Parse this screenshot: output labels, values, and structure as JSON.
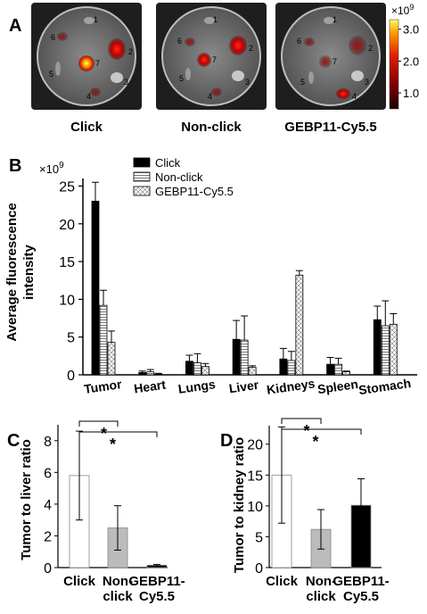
{
  "panel_letters": [
    "A",
    "B",
    "C",
    "D"
  ],
  "panel_a": {
    "dishes": [
      {
        "label": "Click",
        "organ_numbers": [
          "1",
          "2",
          "3",
          "4",
          "5",
          "6",
          "7"
        ]
      },
      {
        "label": "Non-click",
        "organ_numbers": [
          "1",
          "2",
          "3",
          "4",
          "5",
          "6",
          "7"
        ]
      },
      {
        "label": "GEBP11-Cy5.5",
        "organ_numbers": [
          "1",
          "2",
          "3",
          "4",
          "5",
          "6",
          "7"
        ]
      }
    ],
    "colorbar": {
      "multiplier": "×10",
      "exponent": "9",
      "ticks": [
        "3.0",
        "2.0",
        "1.0"
      ],
      "tick_values": [
        3.0,
        2.0,
        1.0
      ],
      "range": [
        0.5,
        3.3
      ]
    }
  },
  "chart_data": [
    {
      "type": "bar",
      "id": "B",
      "categories": [
        "Tumor",
        "Heart",
        "Lungs",
        "Liver",
        "Kidneys",
        "Spleen",
        "Stomach"
      ],
      "series": [
        {
          "name": "Click",
          "values": [
            23,
            0.3,
            1.8,
            4.7,
            2.1,
            1.4,
            7.3
          ],
          "errors": [
            2.5,
            0.2,
            0.8,
            2.5,
            1.4,
            0.9,
            1.8
          ]
        },
        {
          "name": "Non-click",
          "values": [
            9.2,
            0.4,
            1.6,
            4.6,
            1.9,
            1.4,
            6.5
          ],
          "errors": [
            2.0,
            0.3,
            1.2,
            3.2,
            1.2,
            0.8,
            3.3
          ]
        },
        {
          "name": "GEBP11-Cy5.5",
          "values": [
            4.3,
            0.1,
            1.1,
            1.0,
            13.2,
            0.4,
            6.7
          ],
          "errors": [
            1.5,
            0.1,
            0.4,
            0.2,
            0.6,
            0.1,
            1.4
          ]
        }
      ],
      "ylabel": "Average fluorescence intensity",
      "y_multiplier": "×10",
      "y_exponent": "9",
      "ylim": [
        0,
        26
      ],
      "yticks": [
        0,
        5,
        10,
        15,
        20,
        25
      ],
      "legend": "top-center",
      "grid": false
    },
    {
      "type": "bar",
      "id": "C",
      "categories": [
        [
          "Click"
        ],
        [
          "Non-",
          "click"
        ],
        [
          "GEBP11-",
          "Cy5.5"
        ]
      ],
      "values": [
        5.8,
        2.5,
        0.15
      ],
      "errors": [
        2.8,
        1.4,
        0.05
      ],
      "colors": [
        "#ffffff",
        "#bbbbbb",
        "#000000"
      ],
      "ylabel": "Tumor to liver ratio",
      "ylim": [
        0,
        9
      ],
      "yticks": [
        0,
        2,
        4,
        6,
        8
      ],
      "significance": [
        {
          "from": 0,
          "to": 1,
          "label": "*"
        },
        {
          "from": 0,
          "to": 2,
          "label": "*"
        }
      ],
      "grid": false
    },
    {
      "type": "bar",
      "id": "D",
      "categories": [
        [
          "Click"
        ],
        [
          "Non-",
          "click"
        ],
        [
          "GEBP11-",
          "Cy5.5"
        ]
      ],
      "values": [
        15,
        6.2,
        10.1
      ],
      "errors": [
        7.8,
        3.2,
        4.3
      ],
      "colors": [
        "#ffffff",
        "#bbbbbb",
        "#000000"
      ],
      "ylabel": "Tumor to kidney ratio",
      "ylim": [
        0,
        23
      ],
      "yticks": [
        0,
        5,
        10,
        15,
        20
      ],
      "significance": [
        {
          "from": 0,
          "to": 1,
          "label": "*"
        },
        {
          "from": 0,
          "to": 2,
          "label": "*"
        }
      ],
      "grid": false
    }
  ]
}
